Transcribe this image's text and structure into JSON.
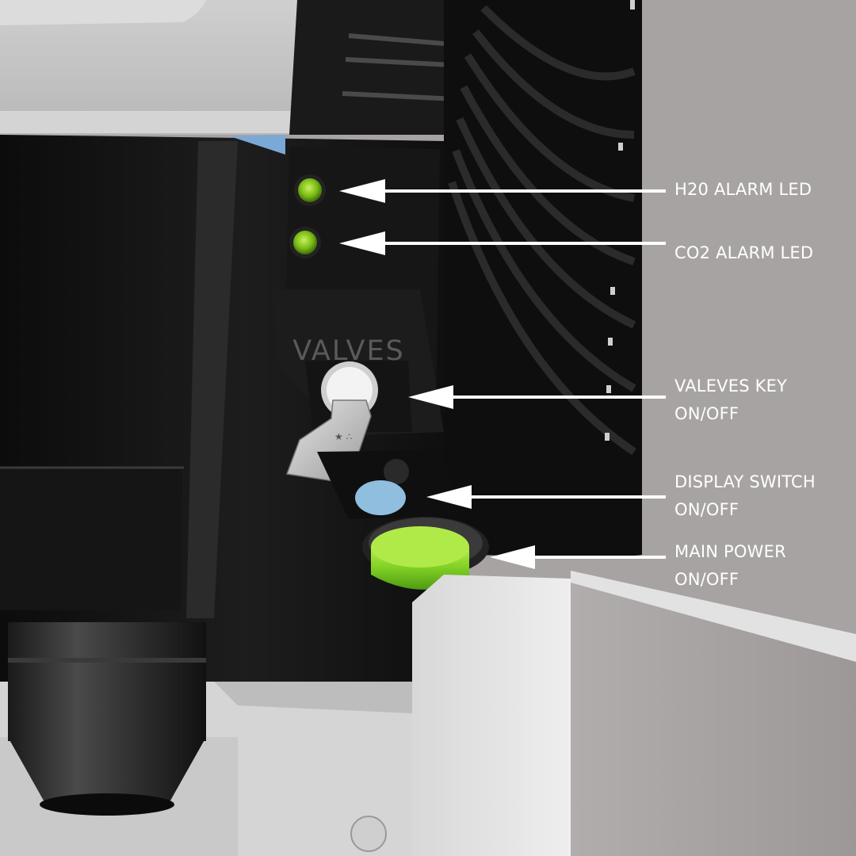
{
  "panel": {
    "valves_engraving": "VALVES",
    "key_engraving": "★ ∴"
  },
  "callouts": [
    {
      "id": "h2o-alarm-led",
      "lines": [
        "H20 ALARM LED"
      ],
      "target": "green-led"
    },
    {
      "id": "co2-alarm-led",
      "lines": [
        "CO2 ALARM LED"
      ],
      "target": "green-led"
    },
    {
      "id": "valves-key",
      "lines": [
        "VALEVES KEY",
        "ON/OFF"
      ],
      "target": "key-switch"
    },
    {
      "id": "display-switch",
      "lines": [
        "DISPLAY SWITCH",
        "ON/OFF"
      ],
      "target": "blue-button"
    },
    {
      "id": "main-power",
      "lines": [
        "MAIN POWER",
        "ON/OFF"
      ],
      "target": "green-button"
    }
  ],
  "colors": {
    "label_text": "#ffffff",
    "arrow": "#ffffff",
    "led": "#7fc41c",
    "display_button": "#8fbedf",
    "power_button": "#86d629",
    "panel_black": "#121212",
    "grey_background": "#a9a4a4"
  }
}
